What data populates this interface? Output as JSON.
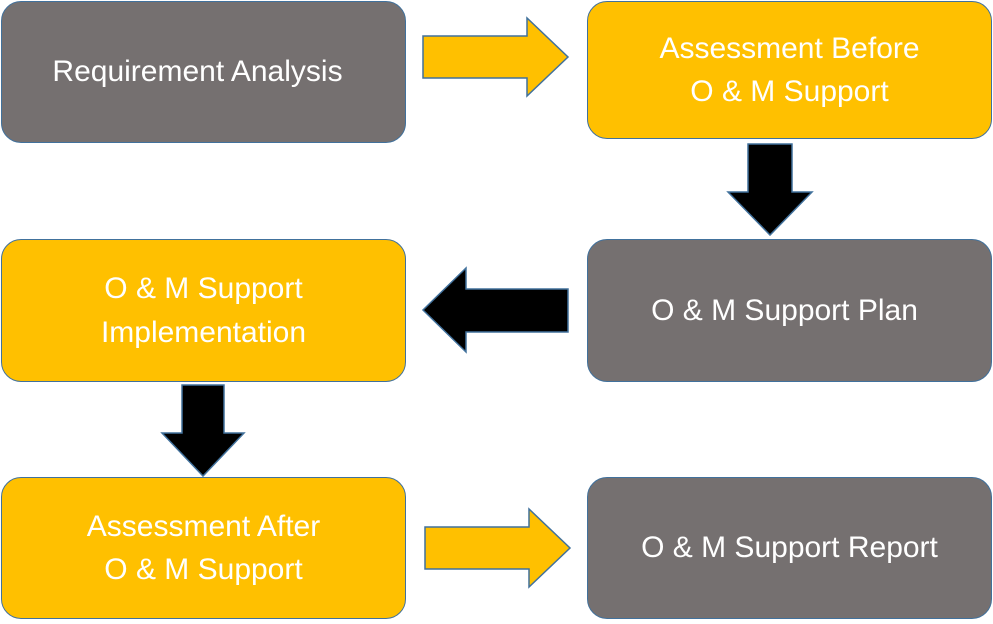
{
  "colors": {
    "gray_box": "#757070",
    "gold_box": "#ffc000",
    "border": "#41719c",
    "text": "#ffffff",
    "arrow_gold": "#ffc000",
    "arrow_black": "#000000"
  },
  "steps": [
    {
      "lines": [
        "Requirement Analysis"
      ],
      "color": "gray"
    },
    {
      "lines": [
        "Assessment Before",
        "O & M Support"
      ],
      "color": "gold"
    },
    {
      "lines": [
        "O & M Support Plan"
      ],
      "color": "gray"
    },
    {
      "lines": [
        "O & M Support",
        "Implementation"
      ],
      "color": "gold"
    },
    {
      "lines": [
        "Assessment After",
        "O & M Support"
      ],
      "color": "gold"
    },
    {
      "lines": [
        "O & M Support Report"
      ],
      "color": "gray"
    }
  ],
  "connectors": [
    {
      "from": 1,
      "to": 2,
      "direction": "right",
      "color": "gold"
    },
    {
      "from": 2,
      "to": 3,
      "direction": "down",
      "color": "black"
    },
    {
      "from": 3,
      "to": 4,
      "direction": "left",
      "color": "black"
    },
    {
      "from": 4,
      "to": 5,
      "direction": "down",
      "color": "black"
    },
    {
      "from": 5,
      "to": 6,
      "direction": "right",
      "color": "gold"
    }
  ]
}
